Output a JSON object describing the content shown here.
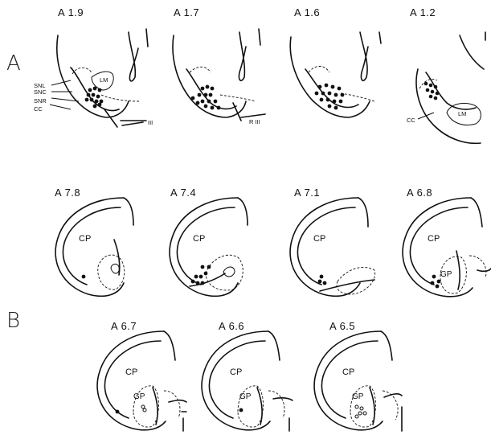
{
  "panel_letters": {
    "a": "A",
    "b": "B"
  },
  "row_a": {
    "sections": [
      "A 1.9",
      "A 1.7",
      "A 1.6",
      "A 1.2"
    ],
    "labels": {
      "snl": "SNL",
      "snc": "SNC",
      "snr": "SNR",
      "cc": "CC",
      "lm": "LM",
      "iii": "III",
      "r_iii": "R III",
      "cc2": "CC",
      "lm2": "LM"
    }
  },
  "row_b1": {
    "sections": [
      "A 7.8",
      "A 7.4",
      "A 7.1",
      "A 6.8"
    ],
    "labels": {
      "cp": "CP",
      "gp": "GP"
    }
  },
  "row_b2": {
    "sections": [
      "A 6.7",
      "A 6.6",
      "A 6.5"
    ],
    "labels": {
      "cp": "CP",
      "gp": "GP"
    }
  }
}
